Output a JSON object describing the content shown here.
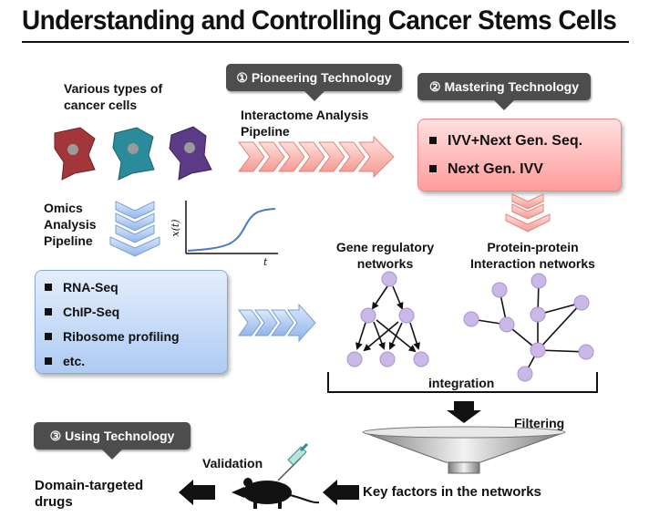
{
  "title": "Understanding and Controlling Cancer Stems Cells",
  "callouts": {
    "pioneering": "① Pioneering Technology",
    "mastering": "② Mastering Technology",
    "using": "③ Using Technology"
  },
  "labels": {
    "various_line1": "Various types of",
    "various_line2": "cancer cells",
    "interactome_line1": "Interactome Analysis",
    "interactome_line2": "Pipeline",
    "omics_line1": "Omics",
    "omics_line2": "Analysis",
    "omics_line3": "Pipeline",
    "grn_line1": "Gene regulatory",
    "grn_line2": "networks",
    "ppi_line1": "Protein-protein",
    "ppi_line2": "Interaction networks",
    "integration": "integration",
    "filtering": "Filtering",
    "validation": "Validation",
    "key_factors": "Key factors in the networks",
    "drugs_line1": "Domain-targeted",
    "drugs_line2": "drugs"
  },
  "mastering_items": [
    "IVV+Next Gen. Seq.",
    "Next Gen. IVV"
  ],
  "omics_items": [
    "RNA-Seq",
    "ChIP-Seq",
    "Ribosome profiling",
    "etc."
  ],
  "curve_axes": {
    "y": "x(t)",
    "x": "t"
  },
  "colors": {
    "cell_red": "#a3363a",
    "cell_teal": "#2a8c9a",
    "cell_purple": "#5b3b86",
    "node": "#cbb8e6",
    "chevron_red": "#f7a6a0",
    "chevron_blue": "#9ec0ec",
    "curve": "#4a78c4"
  }
}
